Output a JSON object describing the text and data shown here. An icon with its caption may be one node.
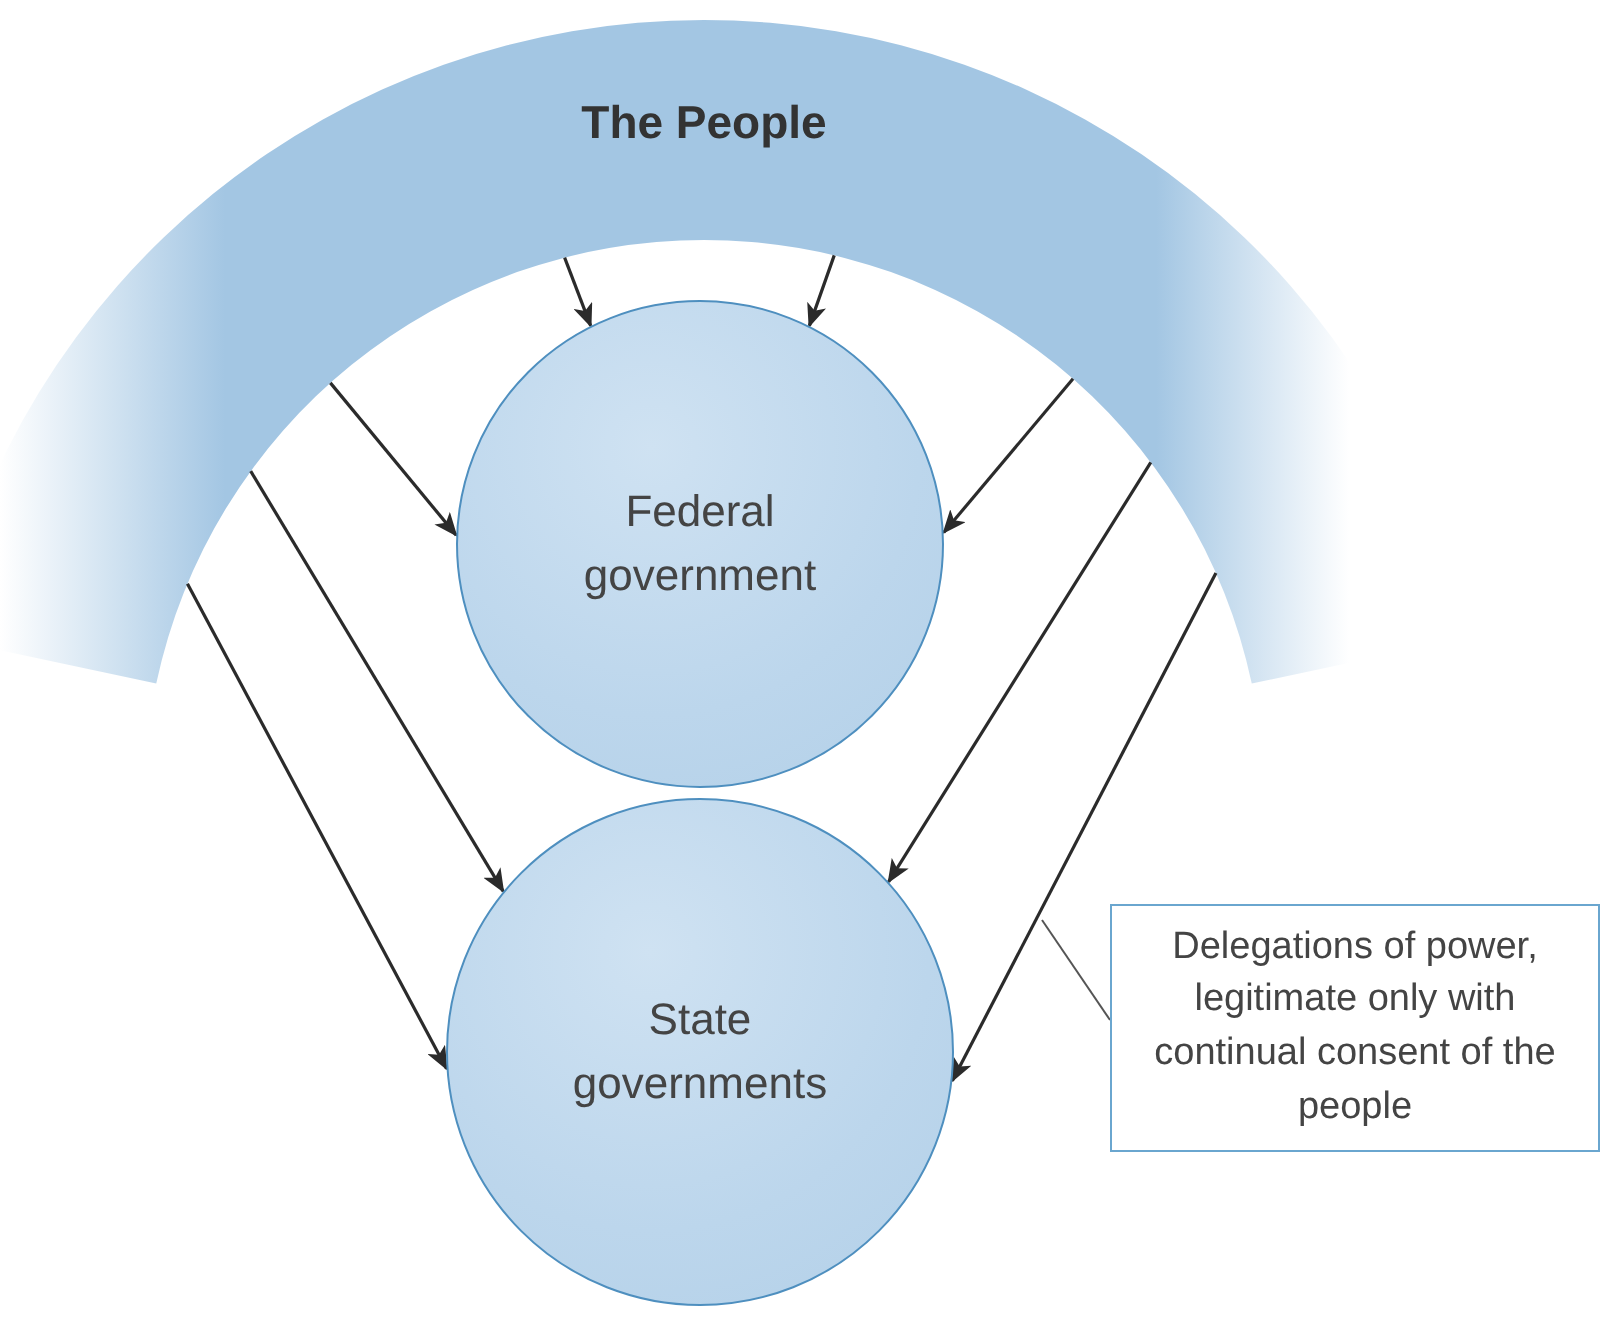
{
  "diagram": {
    "nodes": [
      {
        "text": [
          "The People"
        ]
      },
      {
        "text": [
          "Federal government"
        ]
      },
      {
        "text": [
          "State governments"
        ]
      },
      {
        "text": [
          "Delegations of power, legitimate only with continual consent of the people"
        ]
      }
    ],
    "edges": [
      {
        "from": 0,
        "to": 1,
        "arrow": "to"
      },
      {
        "from": 0,
        "to": 1,
        "arrow": "to"
      },
      {
        "from": 0,
        "to": 1,
        "arrow": "to"
      },
      {
        "from": 0,
        "to": 1,
        "arrow": "to"
      },
      {
        "from": 0,
        "to": 2,
        "arrow": "to"
      },
      {
        "from": 0,
        "to": 2,
        "arrow": "to"
      },
      {
        "from": 0,
        "to": 2,
        "arrow": "to"
      },
      {
        "from": 0,
        "to": 2,
        "arrow": "to"
      },
      {
        "from": 3,
        "to": null,
        "arrow": "none"
      }
    ]
  }
}
